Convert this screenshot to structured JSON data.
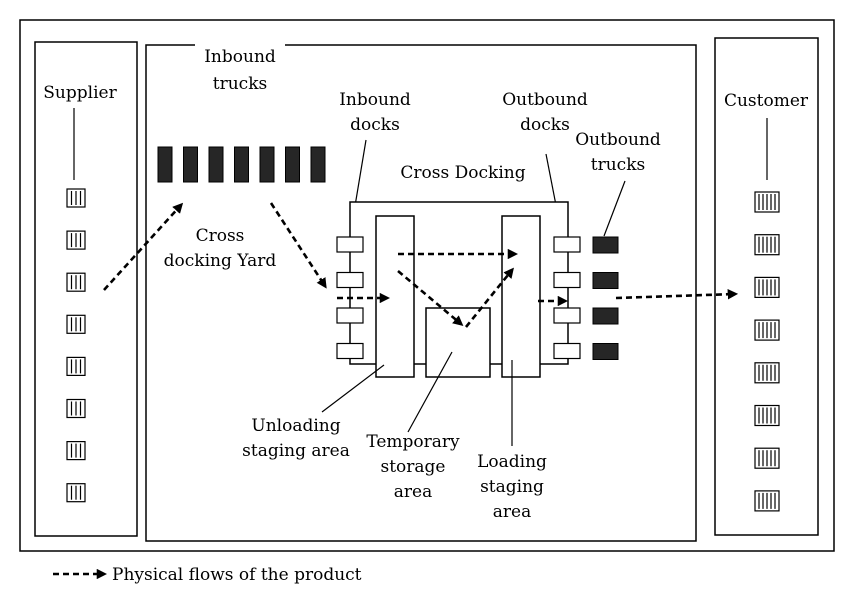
{
  "labels": {
    "supplier": "Supplier",
    "customer": "Customer",
    "inbound_trucks": [
      "Inbound",
      "trucks"
    ],
    "inbound_docks": [
      "Inbound",
      "docks"
    ],
    "outbound_docks": [
      "Outbound",
      "docks"
    ],
    "outbound_trucks": [
      "Outbound",
      "trucks"
    ],
    "cross_docking": "Cross Docking",
    "cross_docking_yard": [
      "Cross",
      "docking Yard"
    ],
    "unloading_staging_area": [
      "Unloading",
      "staging area"
    ],
    "temporary_storage_area": [
      "Temporary",
      "storage",
      "area"
    ],
    "loading_staging_area": [
      "Loading",
      "staging",
      "area"
    ]
  },
  "legend": {
    "text": "Physical flows of the product"
  },
  "counts": {
    "supplier_pallets": 8,
    "customer_pallets": 8,
    "inbound_trucks": 7,
    "inbound_docks": 4,
    "outbound_docks": 4,
    "outbound_trucks": 4
  },
  "colors": {
    "truck_fill": "#262626",
    "line": "#000000",
    "background": "#ffffff"
  }
}
